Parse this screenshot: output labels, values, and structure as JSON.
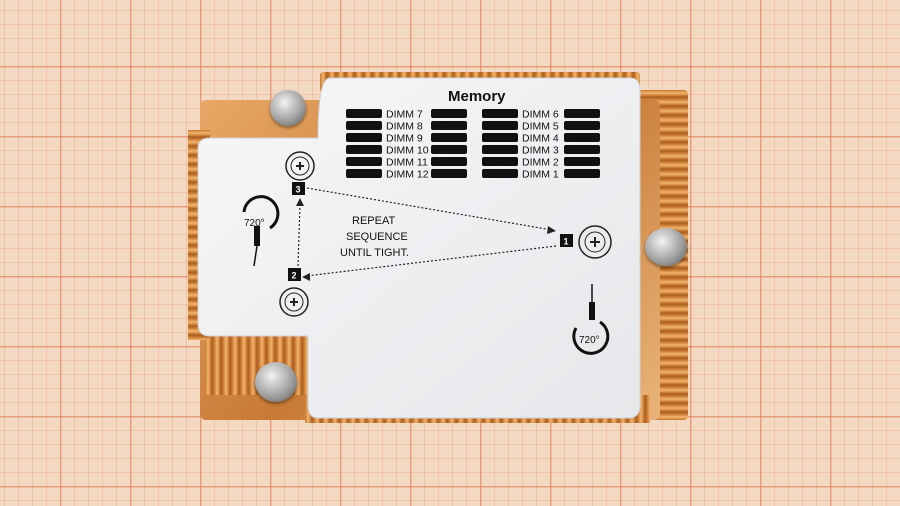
{
  "label": {
    "title": "Memory",
    "dimm_left": [
      "DIMM 7",
      "DIMM 8",
      "DIMM 9",
      "DIMM 10",
      "DIMM 11",
      "DIMM 12"
    ],
    "dimm_right": [
      "DIMM 6",
      "DIMM 5",
      "DIMM 4",
      "DIMM 3",
      "DIMM 2",
      "DIMM 1"
    ],
    "instruction": [
      "REPEAT",
      "SEQUENCE",
      "UNTIL TIGHT."
    ],
    "steps": [
      "1",
      "2",
      "3"
    ],
    "rotation_left": "720°",
    "rotation_right": "720°"
  },
  "colors": {
    "grid_paper": "#f4d9c2",
    "grid_line": "#e27a52",
    "copper": "#d88c42",
    "label_bg": "#f2f2f4"
  }
}
